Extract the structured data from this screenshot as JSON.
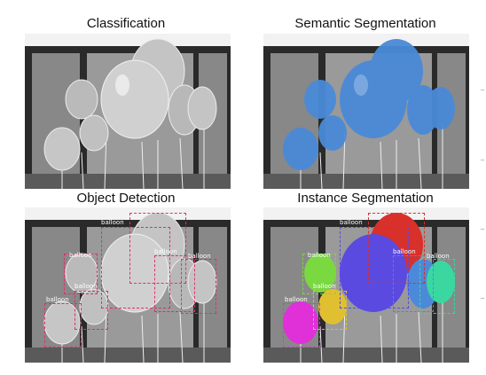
{
  "panels": [
    {
      "title": "Classification"
    },
    {
      "title": "Semantic Segmentation"
    },
    {
      "title": "Object Detection",
      "box_label": "balloon",
      "box_color": "#e0306a"
    },
    {
      "title": "Instance Segmentation",
      "box_label": "balloon"
    }
  ],
  "colors": {
    "semantic": "#4a8ad8",
    "instances": [
      "#d8302a",
      "#5a4ae0",
      "#4a8ad8",
      "#3ad8a0",
      "#7ad840",
      "#e0c030",
      "#e030d8"
    ]
  }
}
